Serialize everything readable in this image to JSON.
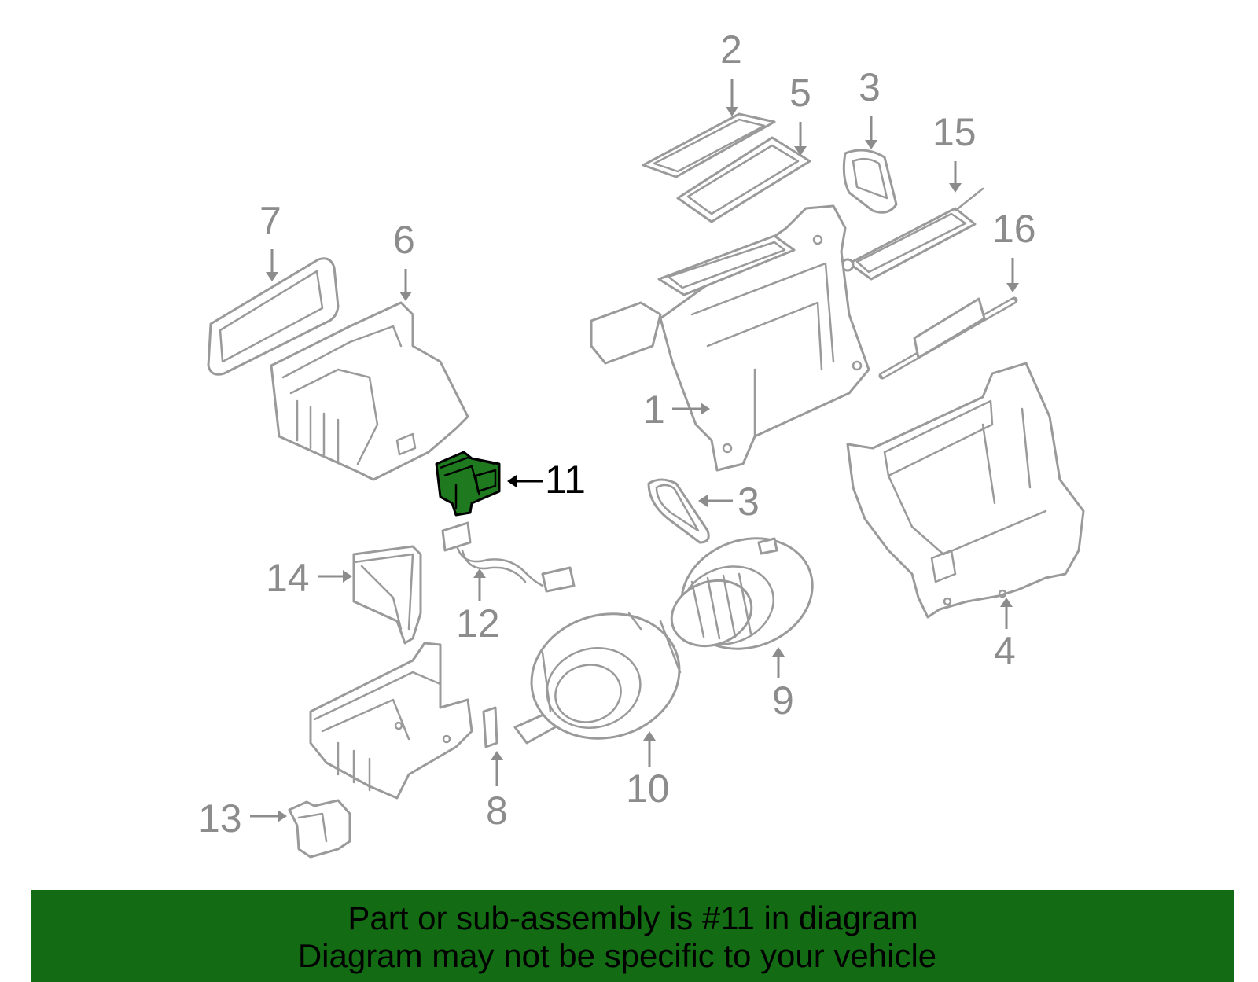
{
  "callouts": {
    "c1": "1",
    "c2": "2",
    "c3a": "3",
    "c3b": "3",
    "c4": "4",
    "c5": "5",
    "c6": "6",
    "c7": "7",
    "c8": "8",
    "c9": "9",
    "c10": "10",
    "c11": "11",
    "c12": "12",
    "c13": "13",
    "c14": "14",
    "c15": "15",
    "c16": "16"
  },
  "highlighted_part": "11",
  "colors": {
    "highlight_fill": "#1f7a1f",
    "banner_bg": "#136b13",
    "line_gray": "#9a9a9a"
  },
  "banner": {
    "line1": "Part or sub-assembly is #11 in diagram",
    "line2": "Diagram may not be specific to your vehicle"
  }
}
